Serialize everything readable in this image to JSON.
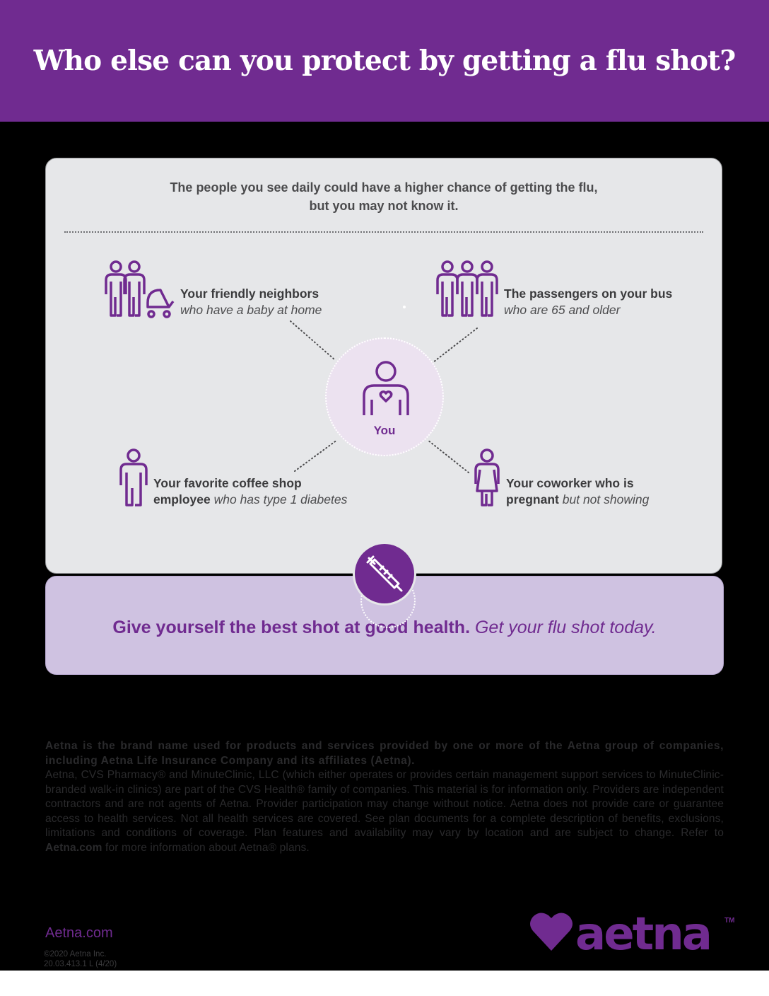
{
  "header": {
    "title": "Who else can you protect by getting a flu shot?"
  },
  "intro": {
    "line1": "The people you see daily could have a higher chance of getting the flu,",
    "line2": "but you may not know it."
  },
  "people": {
    "neighbors": {
      "bold": "Your friendly neighbors",
      "italic": "who have a baby at home"
    },
    "bus": {
      "bold": "The passengers on your bus",
      "italic": "who are 65 and older"
    },
    "coffee": {
      "bold_line1": "Your favorite coffee shop",
      "bold_line2": "employee",
      "italic": "who has type 1 diabetes"
    },
    "coworker": {
      "bold_line1": "Your coworker who is",
      "bold_line2": "pregnant",
      "italic": "but not showing"
    }
  },
  "center": {
    "label": "You"
  },
  "cta": {
    "bold": "Give yourself the best shot at good health.",
    "italic": "Get your flu shot today."
  },
  "legal": {
    "lead": "Aetna is the brand name used for products and services provided by one or more of the Aetna group of companies, including Aetna Life Insurance Company and its affiliates (Aetna).",
    "body_before": "Aetna, CVS Pharmacy® and MinuteClinic, LLC (which either operates or provides certain management support services to MinuteClinic-branded walk-in clinics) are part of the CVS Health® family of companies. This material is for information only. Providers are independent contractors and are not agents of Aetna. Provider participation may change without notice. Aetna does not provide care or guarantee access to health services. Not all health services are covered. See plan documents for a complete description of benefits, exclusions, limitations and conditions of coverage. Plan features and availability may vary by location and are subject to change. Refer to ",
    "link": "Aetna.com",
    "body_after": " for more information about Aetna® plans."
  },
  "footer": {
    "site": "Aetna.com",
    "copyright": "©2020 Aetna Inc.",
    "code": "20.03.413.1 L (4/20)",
    "logo_text": "aetna",
    "trademark": "TM"
  },
  "colors": {
    "brand_purple": "#702b90",
    "panel_gray": "#e6e7e9",
    "cta_lavender": "#cfc2e1"
  }
}
